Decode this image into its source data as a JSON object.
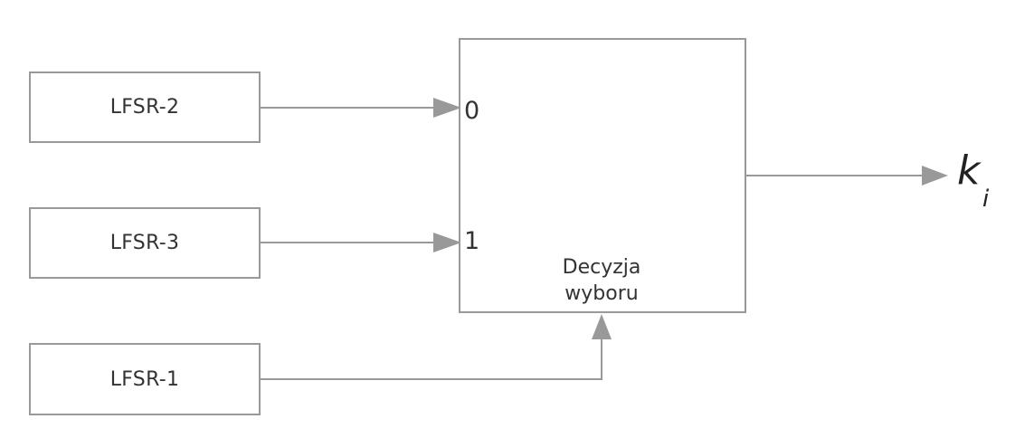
{
  "diagram": {
    "blocks": {
      "lfsr2": "LFSR-2",
      "lfsr3": "LFSR-3",
      "lfsr1": "LFSR-1"
    },
    "mux": {
      "input0_label": "0",
      "input1_label": "1",
      "caption_line1": "Decyzja",
      "caption_line2": "wyboru"
    },
    "output": {
      "symbol": "k",
      "subscript": "i"
    },
    "colors": {
      "line": "#999999",
      "text": "#333333"
    }
  }
}
